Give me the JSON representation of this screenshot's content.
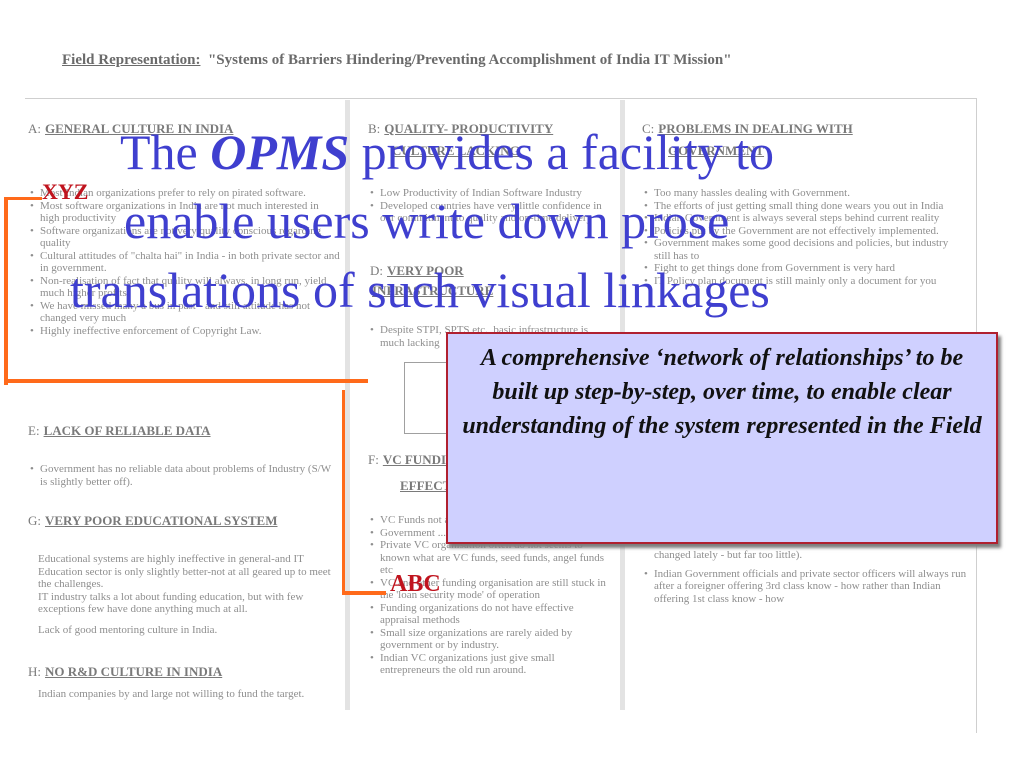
{
  "header": {
    "label": "Field Representation:",
    "title": "\"Systems of Barriers Hindering/Preventing Accomplishment of India IT Mission\""
  },
  "sections": {
    "a": {
      "letter": "A:",
      "title": "GENERAL CULTURE IN INDIA",
      "bullets": [
        "Most Indian organizations prefer to rely on pirated software.",
        "Most software organizations in India are not much interested in high productivity",
        "Software organizations are not very quality conscious regarding quality",
        "Cultural attitudes of \"chalta hai\" in India - in both private sector and in government.",
        "Non-realisation of fact that quality will always, in long run, yield much higher profits",
        "We have missed many a bus in past - and still attitude has not changed very much",
        "Highly ineffective enforcement of Copyright Law."
      ]
    },
    "b": {
      "letter": "B:",
      "title1": "QUALITY- PRODUCTIVITY",
      "title2": "CULTURE LACKING",
      "bullets": [
        "Low Productivity of Indian Software Industry",
        "Developed countries have very little confidence in our commitment to quality and on-time delivery"
      ]
    },
    "c": {
      "letter": "C:",
      "title1": "PROBLEMS IN DEALING WITH",
      "title2": "GOVERNMENT",
      "bullets": [
        "Too many hassles dealing with Government.",
        "The efforts of just getting small thing done wears you out in India",
        "Indian Government is always several steps behind current reality",
        "Policies put by the Government are not effectively implemented.",
        "Government makes some good decisions and policies, but industry still has to",
        "Fight to get things done from Government is very hard",
        "IT Policy plan document is still mainly only a document for you"
      ]
    },
    "d": {
      "letter": "D:",
      "title1": "VERY POOR",
      "title2": "INFRASTRUCTURE",
      "text": "Despite STPI, SPTS etc., basic infrastructure is much lacking"
    },
    "e": {
      "letter": "E:",
      "title": "LACK OF RELIABLE DATA",
      "bullets": [
        "Government has no reliable data about problems of Industry (S/W is slightly better off)."
      ]
    },
    "f": {
      "letter": "F:",
      "title1": "VC FUNDING NOT",
      "title2": "EFFECTIVE",
      "bullets": [
        "VC Funds not available",
        "Government ...",
        "Private VC organisation often do not seems to known what are VC funds, seed funds, angel funds etc",
        "VC and other funding organisation are still stuck in the 'loan security mode' of operation",
        "Funding organizations do not have effective appraisal methods",
        "Small size organizations are rarely aided by government or by industry.",
        "Indian VC organizations just give small entrepreneurs the old run around."
      ]
    },
    "g": {
      "letter": "G:",
      "title": "VERY POOR EDUCATIONAL SYSTEM",
      "p1": "Educational systems are highly ineffective in general-and IT Education sector is only slightly better-not at all geared up to meet the challenges.",
      "p2": "IT industry talks a lot about funding education, but with few exceptions few have done anything much at all.",
      "p3": "Lack of good mentoring culture in India."
    },
    "h": {
      "letter": "H:",
      "title": "NO R&D CULTURE IN INDIA",
      "text": "Indian companies by and large not willing to fund the target."
    },
    "i": {
      "b1": "changed lately - but far too little).",
      "b2": "Indian Government officials and private sector officers will always run after a foreigner offering 3rd class know - how rather than Indian offering 1st class know - how"
    }
  },
  "overlay": {
    "line1_pre": "The ",
    "line1_em": "OPMS",
    "line1_post": " provides a facility to",
    "line2": "enable users write down prose",
    "line3": "translations of such visual linkages"
  },
  "labels": {
    "xyz": "XYZ",
    "abc": "ABC"
  },
  "callout": {
    "text": "A comprehensive ‘network of relationships’ to be built up step-by-step, over time, to enable clear understanding of the system represented in the Field"
  },
  "colors": {
    "title_blue": "#3f3fcf",
    "accent_orange": "#ff6a1a",
    "label_red": "#c0141e",
    "callout_bg": "#cfd0ff",
    "callout_border": "#b02030"
  }
}
